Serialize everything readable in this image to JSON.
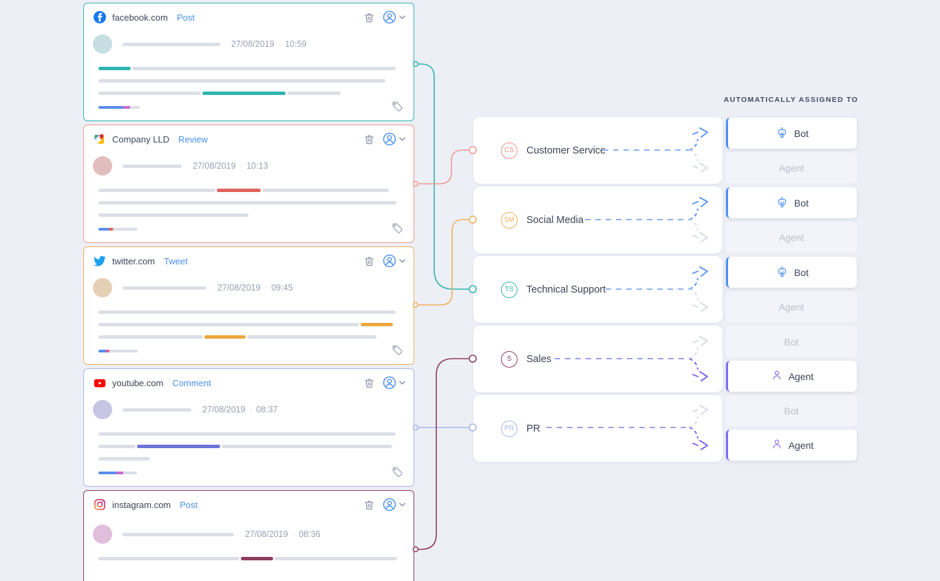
{
  "assigned_panel": {
    "title": "AUTOMATICALLY ASSIGNED TO",
    "bot_label": "Bot",
    "agent_label": "Agent",
    "bot_accent": "#4a90f2",
    "agent_accent": "#7e6af0"
  },
  "cards": [
    {
      "site": "facebook.com",
      "type": "Post",
      "date": "27/08/2019",
      "sep": "·",
      "time": "10:59",
      "accent": "#2fb5af",
      "platform_icon": "facebook-icon"
    },
    {
      "site": "Company LLD",
      "type": "Review",
      "date": "27/08/2019",
      "sep": "·",
      "time": "10:13",
      "accent": "#f09a92",
      "platform_icon": "google-maps-icon"
    },
    {
      "site": "twitter.com",
      "type": "Tweet",
      "date": "27/08/2019",
      "sep": "·",
      "time": "09:45",
      "accent": "#f0b05a",
      "platform_icon": "twitter-icon"
    },
    {
      "site": "youtube.com",
      "type": "Comment",
      "date": "27/08/2019",
      "sep": "·",
      "time": "08:37",
      "accent": "#a9b5ec",
      "platform_icon": "youtube-icon"
    },
    {
      "site": "instagram.com",
      "type": "Post",
      "date": "27/08/2019",
      "sep": "·",
      "time": "08:36",
      "accent": "#8e3c5f",
      "platform_icon": "instagram-icon"
    }
  ],
  "categories": [
    {
      "initials": "CS",
      "label": "Customer Service",
      "color": "#ef8e86",
      "assigned_to": "Bot"
    },
    {
      "initials": "SM",
      "label": "Social Media",
      "color": "#eeb05a",
      "assigned_to": "Bot"
    },
    {
      "initials": "TS",
      "label": "Technical Support",
      "color": "#2fb5af",
      "assigned_to": "Bot"
    },
    {
      "initials": "S",
      "label": "Sales",
      "color": "#8e3c5f",
      "assigned_to": "Agent"
    },
    {
      "initials": "PR",
      "label": "PR",
      "color": "#a9b5ec",
      "assigned_to": "Agent"
    }
  ]
}
